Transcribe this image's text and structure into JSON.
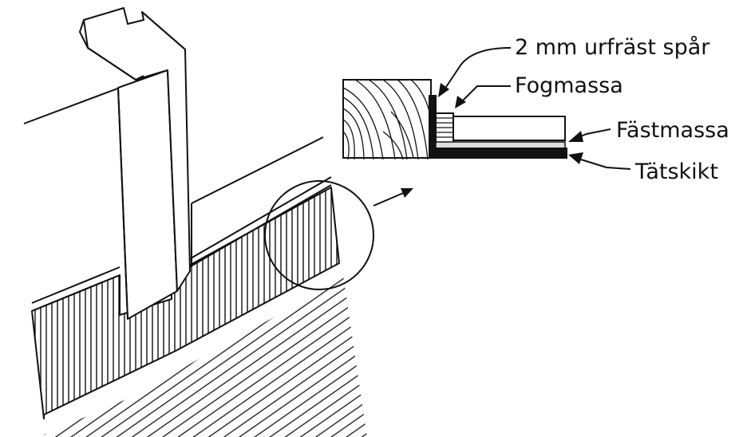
{
  "labels": {
    "groove": "2 mm urfräst spår",
    "sealant": "Fogmassa",
    "adhesive": "Fästmassa",
    "membrane": "Tätskikt"
  }
}
